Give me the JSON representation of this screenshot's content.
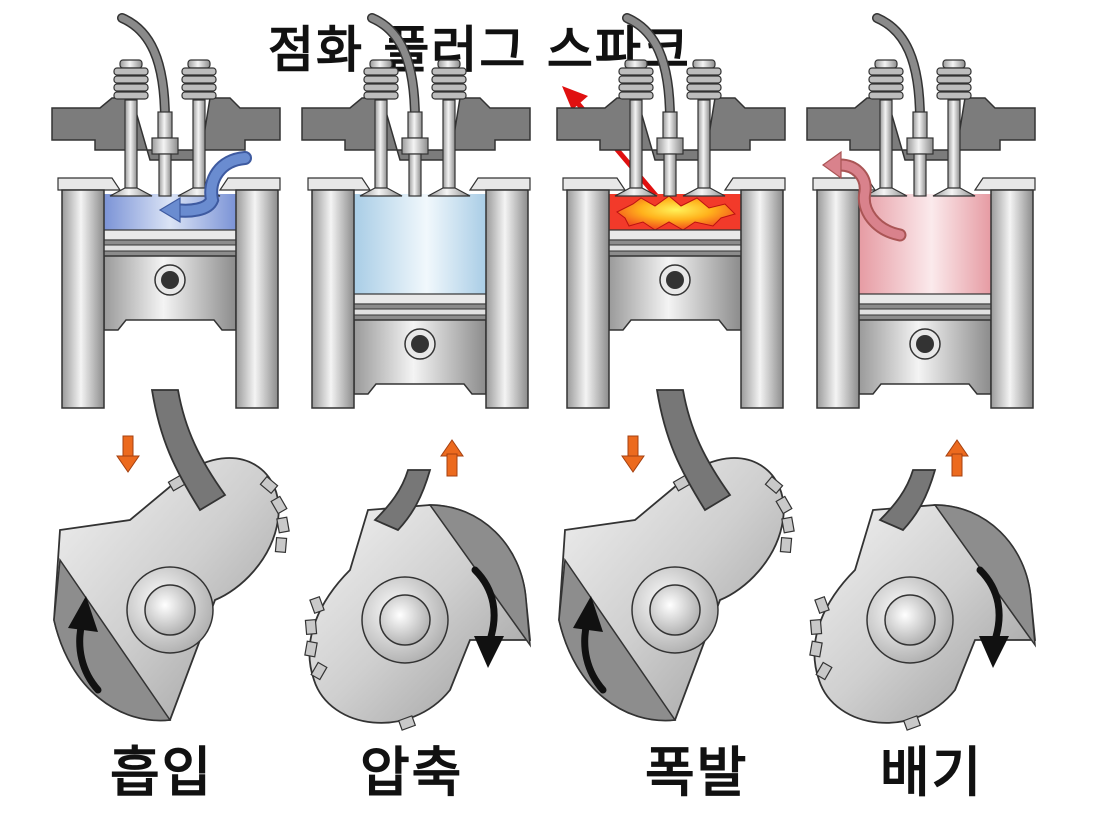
{
  "diagram": {
    "title": "점화 플러그 스파크",
    "type": "four-stroke engine cycle",
    "annotation_arrow_color": "#e01010",
    "stages": [
      {
        "id": "intake",
        "label": "흡입",
        "piston_direction": "down",
        "crank_rotation": "counterclockwise",
        "chamber_fill": "blue-gradient",
        "gas_flow": "in",
        "chamber_color": "#8fa6dc"
      },
      {
        "id": "compression",
        "label": "압축",
        "piston_direction": "up",
        "crank_rotation": "clockwise",
        "chamber_fill": "light-blue",
        "gas_flow": "none",
        "chamber_color": "#b9d9ee"
      },
      {
        "id": "power",
        "label": "폭발",
        "piston_direction": "down",
        "crank_rotation": "counterclockwise",
        "chamber_fill": "red-explosion",
        "gas_flow": "none",
        "chamber_color": "#f23a2a"
      },
      {
        "id": "exhaust",
        "label": "배기",
        "piston_direction": "up",
        "crank_rotation": "clockwise",
        "chamber_fill": "pink",
        "gas_flow": "out",
        "chamber_color": "#eaa3aa"
      }
    ],
    "colors": {
      "piston_arrow": "#ec6a1e",
      "rotation_arrow": "#111111",
      "metal_dark": "#7d7d7d",
      "metal_light": "#e6e6e6",
      "intake_flow": "#6a8cd0",
      "exhaust_flow": "#d9828c"
    }
  }
}
